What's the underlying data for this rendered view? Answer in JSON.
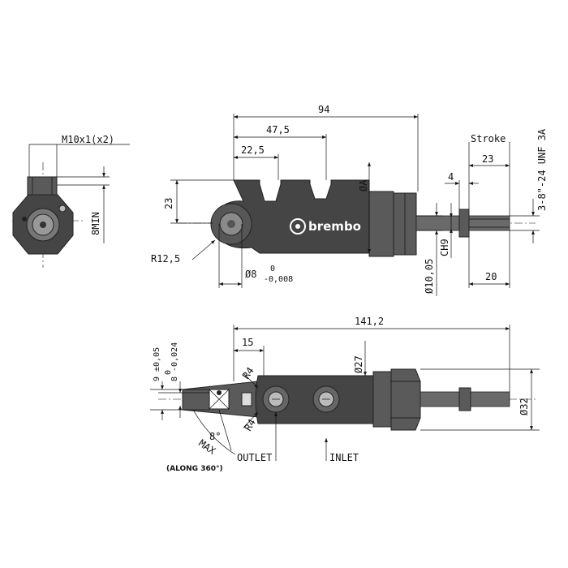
{
  "labels": {
    "thread_port": "M10x1(x2)",
    "min_8": "8MIN",
    "dim_94": "94",
    "dim_47_5": "47,5",
    "dim_22_5": "22,5",
    "dim_23_left": "23",
    "dim_A": "ØA",
    "brand": "brembo",
    "r12_5": "R12,5",
    "d8": "Ø8",
    "d8_tol_top": "0",
    "d8_tol_bot": "-0,008",
    "d10_05": "Ø10,05",
    "ch9": "CH9",
    "stroke": "Stroke",
    "dim_23_right": "23",
    "dim_4": "4",
    "thread_rod": "3-8\"-24 UNF 3A",
    "dim_20": "20",
    "dim_141_2": "141,2",
    "dim_15": "15",
    "d27": "Ø27",
    "d32": "Ø32",
    "r4_top": "R4",
    "r4_bot": "R4",
    "dim_9_tol": "9 ±0,05",
    "dim_8_top": "0",
    "dim_8_tol": "8 -0,024",
    "angle": "8°",
    "max": "MAX",
    "along": "(ALONG 360°)",
    "outlet": "OUTLET",
    "inlet": "INLET"
  },
  "colors": {
    "body": "#454545",
    "line": "#111111",
    "background": "#ffffff"
  }
}
